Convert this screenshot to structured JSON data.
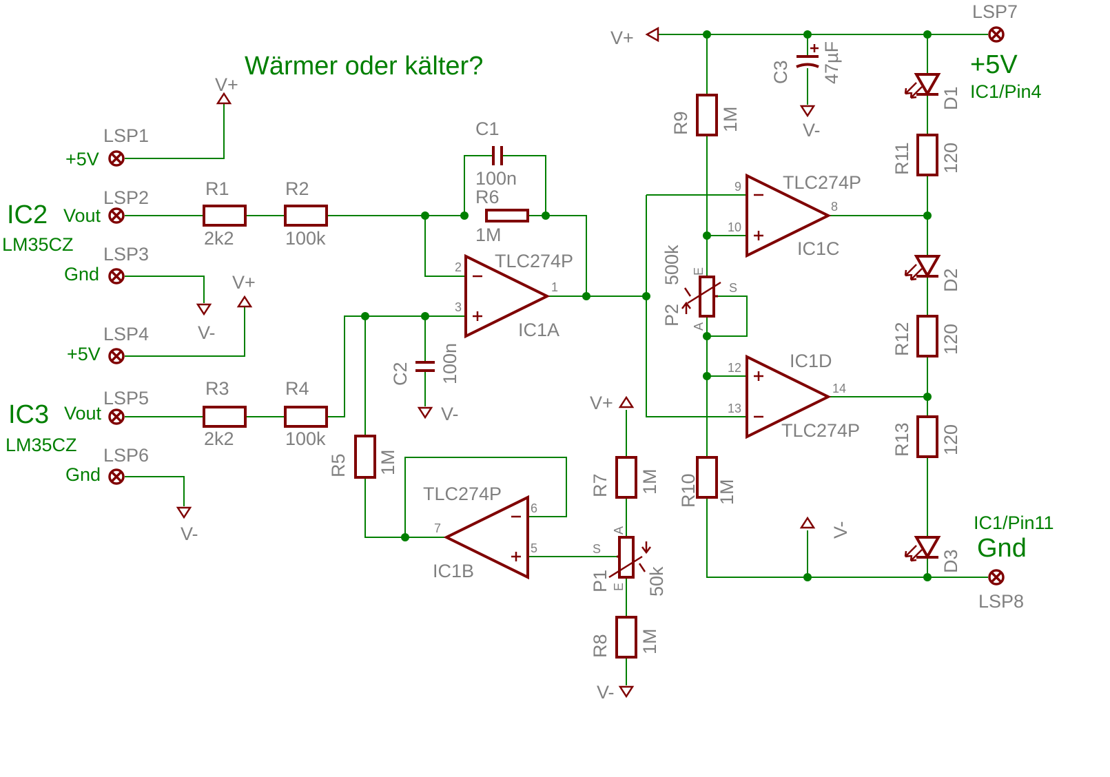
{
  "title": "Wärmer oder kälter?",
  "supply": {
    "vplus": "V+",
    "vminus": "V-"
  },
  "connectors": {
    "lsp1": {
      "name": "LSP1",
      "label": "+5V"
    },
    "lsp2": {
      "name": "LSP2",
      "label": "Vout"
    },
    "lsp3": {
      "name": "LSP3",
      "label": "Gnd"
    },
    "lsp4": {
      "name": "LSP4",
      "label": "+5V"
    },
    "lsp5": {
      "name": "LSP5",
      "label": "Vout"
    },
    "lsp6": {
      "name": "LSP6",
      "label": "Gnd"
    },
    "lsp7": {
      "name": "LSP7",
      "label": "+5V",
      "sublabel": "IC1/Pin4"
    },
    "lsp8": {
      "name": "LSP8",
      "label": "Gnd",
      "sublabel": "IC1/Pin11"
    }
  },
  "sensors": {
    "ic2": {
      "name": "IC2",
      "part": "LM35CZ"
    },
    "ic3": {
      "name": "IC3",
      "part": "LM35CZ"
    }
  },
  "resistors": {
    "r1": {
      "name": "R1",
      "value": "2k2"
    },
    "r2": {
      "name": "R2",
      "value": "100k"
    },
    "r3": {
      "name": "R3",
      "value": "2k2"
    },
    "r4": {
      "name": "R4",
      "value": "100k"
    },
    "r5": {
      "name": "R5",
      "value": "1M"
    },
    "r6": {
      "name": "R6",
      "value": "1M"
    },
    "r7": {
      "name": "R7",
      "value": "1M"
    },
    "r8": {
      "name": "R8",
      "value": "1M"
    },
    "r9": {
      "name": "R9",
      "value": "1M"
    },
    "r10": {
      "name": "R10",
      "value": "1M"
    },
    "r11": {
      "name": "R11",
      "value": "120"
    },
    "r12": {
      "name": "R12",
      "value": "120"
    },
    "r13": {
      "name": "R13",
      "value": "120"
    }
  },
  "capacitors": {
    "c1": {
      "name": "C1",
      "value": "100n"
    },
    "c2": {
      "name": "C2",
      "value": "100n"
    },
    "c3": {
      "name": "C3",
      "value": "47µF"
    }
  },
  "pots": {
    "p1": {
      "name": "P1",
      "value": "50k",
      "pin_a": "A",
      "pin_e": "E",
      "pin_s": "S"
    },
    "p2": {
      "name": "P2",
      "value": "500k",
      "pin_a": "A",
      "pin_e": "E",
      "pin_s": "S"
    }
  },
  "diodes": {
    "d1": "D1",
    "d2": "D2",
    "d3": "D3"
  },
  "opamps": {
    "ic1a": {
      "name": "IC1A",
      "part": "TLC274P",
      "pin_inv": "2",
      "pin_noninv": "3",
      "pin_out": "1"
    },
    "ic1b": {
      "name": "IC1B",
      "part": "TLC274P",
      "pin_inv": "6",
      "pin_noninv": "5",
      "pin_out": "7"
    },
    "ic1c": {
      "name": "IC1C",
      "part": "TLC274P",
      "pin_inv": "9",
      "pin_noninv": "10",
      "pin_out": "8"
    },
    "ic1d": {
      "name": "IC1D",
      "part": "TLC274P",
      "pin_inv": "13",
      "pin_noninv": "12",
      "pin_out": "14"
    }
  },
  "colors": {
    "wire": "#007f00",
    "component": "#7f0000",
    "label": "#808080",
    "accent": "#007f00"
  }
}
